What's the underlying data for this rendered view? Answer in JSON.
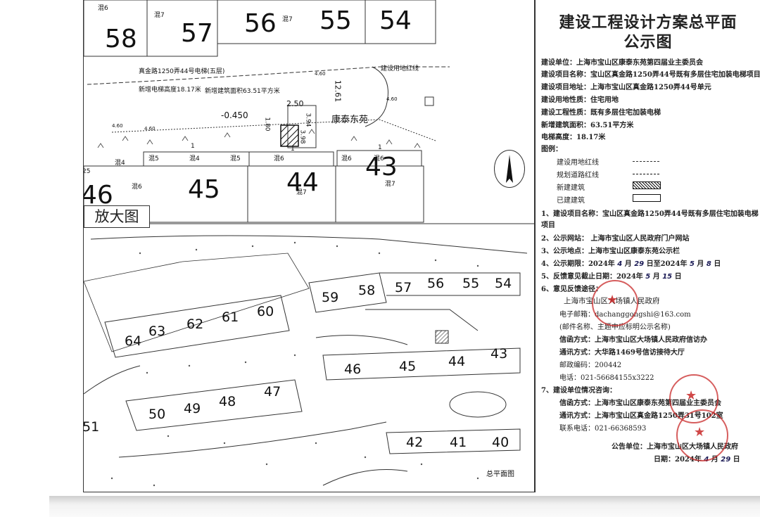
{
  "map": {
    "zoom_label": "放大图",
    "top_plan": {
      "buildings": [
        "58",
        "57",
        "56",
        "55",
        "54",
        "45",
        "44",
        "43",
        "46"
      ],
      "materials": [
        "混6",
        "混7",
        "混7",
        "混4",
        "混5",
        "混4",
        "混5",
        "混6",
        "混6",
        "混6",
        "混6",
        "混7",
        "混7"
      ],
      "labels": {
        "building_note": "真金路1250弄44号电梯(五层)",
        "elevator_height": "新增电梯高度18.17米",
        "new_area": "新增建筑面积63.51平方米",
        "red_line": "建设用地红线",
        "community": "康泰东苑",
        "level_046": "-0.450",
        "dim_250": "2.50",
        "dim_1261": "12.61",
        "dim_180": "1.80",
        "dim_394": "3.94",
        "dim_398": "3.98",
        "elev_460a": "4.60",
        "elev_460b": "4.60",
        "elev_460c": "4.60",
        "elev_460d": "4.60",
        "mark_1a": "1",
        "mark_1b": "1",
        "mark_1c": "1",
        "num_25": "25"
      }
    },
    "overview": {
      "row_top": [
        "59",
        "58",
        "57",
        "56",
        "55",
        "54"
      ],
      "row_left": [
        "63",
        "62",
        "61",
        "60"
      ],
      "row_mid": [
        "46",
        "45",
        "44",
        "43"
      ],
      "row_lower": [
        "50",
        "49",
        "48",
        "47"
      ],
      "row_bottom": [
        "42",
        "41",
        "40"
      ],
      "edge_labels": [
        "64",
        "51"
      ],
      "plan_label": "总平面图"
    }
  },
  "info": {
    "title_line1": "建设工程设计方案总平面",
    "title_line2": "公示图",
    "unit": "建设单位：上海市宝山区康泰东苑第四届业主委员会",
    "project": "建设项目名称：宝山区真金路1250弄44号既有多层住宅加装电梯项目",
    "address": "建设项目地址：上海市宝山区真金路1250弄44号单元",
    "land_use": "建设用地性质：住宅用地",
    "nature": "建设工程性质：既有多层住宅加装电梯",
    "new_area": "新增建筑面积：63.51平方米",
    "height": "电梯高度：18.17米",
    "legend_title": "图例：",
    "legend": [
      {
        "label": "建设用地红线",
        "style": "dashdot"
      },
      {
        "label": "规划道路红线",
        "style": "dash"
      },
      {
        "label": "新建建筑",
        "style": "hatch"
      },
      {
        "label": "已建建筑",
        "style": "box"
      }
    ],
    "notes": {
      "n1a": "1、建设项目名称：宝山区真金路1250弄44号既有多层住宅加装电梯",
      "n1b": "项目",
      "n2": "2、公示网站：    上海市宝山区人民政府门户网站",
      "n3": "3、公示地点：上海市宝山区康泰东苑公示栏",
      "n4_pre": "4、公示期限：2024年",
      "n4_m1": "4",
      "n4_mid1": "月",
      "n4_d1": "29",
      "n4_mid2": "日至2024年",
      "n4_m2": "5",
      "n4_mid3": "月",
      "n4_d2": "8",
      "n4_end": "日",
      "n5_pre": "5、反馈意见截止日期：2024年",
      "n5_m": "5",
      "n5_mid": "月",
      "n5_d": "15",
      "n5_end": "日",
      "n6": "6、意见反馈途径：",
      "gov": "上海市宝山区大场镇人民政府",
      "email": "电子邮箱：dachanggongshi@163.com",
      "email_note": "(邮件名称、主题中应标明公示名称)",
      "letters": "信函方式：上海市宝山区大场镇人民政府信访办",
      "address2": "通讯方式：大华路1469号信访接待大厅",
      "postcode": "邮政编码：200442",
      "phone": "电话：021-56684155x3222",
      "n7": "7、建设单位情况咨询：",
      "letters2": "信函方式：上海市宝山区康泰东苑第四届业主委员会",
      "address3": "通讯方式：上海市宝山区真金路1250弄31号102室",
      "phone2": "联系电话：021-66368593",
      "announcer": "公告单位：上海市宝山区大场镇人民政府",
      "date_pre": "日期：2024年",
      "date_m": "4",
      "date_mid": "月",
      "date_d": "29",
      "date_end": "日"
    }
  },
  "colors": {
    "seal": "#c82828",
    "ink": "#1a1a55",
    "line": "#333333"
  }
}
